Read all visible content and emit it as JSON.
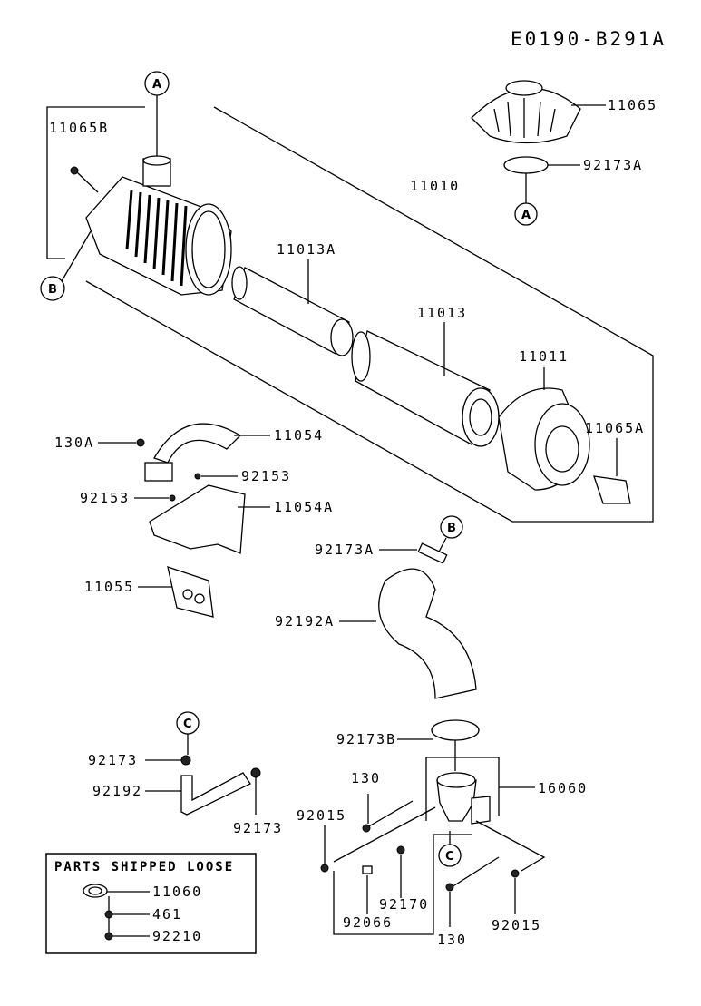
{
  "diagram_code": "E0190-B291A",
  "labels": {
    "p11065": "11065",
    "p92173A_top": "92173A",
    "p11065B": "11065B",
    "p11010": "11010",
    "p11013A": "11013A",
    "p11013": "11013",
    "p11011": "11011",
    "p11065A": "11065A",
    "p130A": "130A",
    "p11054": "11054",
    "p92153_r": "92153",
    "p92153_l": "92153",
    "p11054A": "11054A",
    "p11055": "11055",
    "p92173A_mid": "92173A",
    "p92192A": "92192A",
    "p92173B": "92173B",
    "p130_top": "130",
    "p16060": "16060",
    "p92015_l": "92015",
    "p92170": "92170",
    "p92066": "92066",
    "p130_bot": "130",
    "p92015_r": "92015",
    "p92173_top": "92173",
    "p92192": "92192",
    "p92173_bot": "92173"
  },
  "refs": {
    "A": "A",
    "B": "B",
    "C": "C"
  },
  "loose_box": {
    "title": "PARTS SHIPPED LOOSE",
    "items": [
      "11060",
      "461",
      "92210"
    ]
  }
}
